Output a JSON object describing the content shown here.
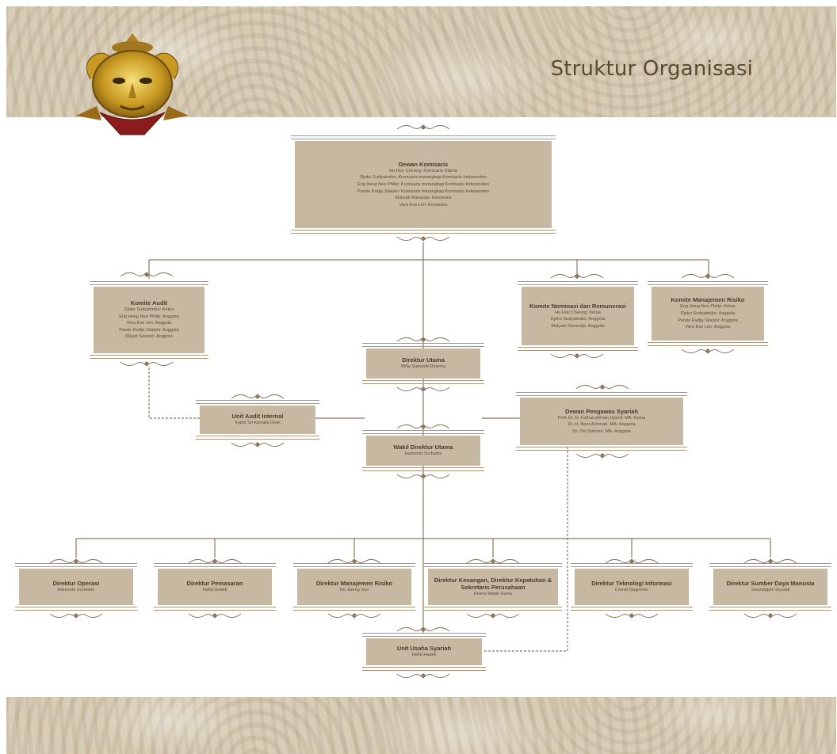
{
  "header": {
    "title": "Struktur Organisasi"
  },
  "dewan_komisaris": {
    "title": "Dewan Komisaris",
    "lines": [
      "Ho Hon Cheong: Komisaris Utama",
      "Djoko Sudyatmiko: Komisaris merangkap Komisaris Independen",
      "Eng Heng Nee Philip: Komisaris merangkap Komisaris Independen",
      "Pande Radja Silalahi: Komisaris merangkap Komisaris Independen",
      "Mulyadi Rahardja: Komisaris",
      "Vera Eve Lim: Komisaris"
    ]
  },
  "komite_audit": {
    "title": "Komite Audit",
    "lines": [
      "Djoko Sudyatmiko: Ketua",
      "Eng Heng Nee Philip: Anggota",
      "Vera Eve Lim: Anggota",
      "Pande Radja Silalahi: Anggota",
      "Dliyah Sasanti: Anggota"
    ]
  },
  "komite_nominasi": {
    "title": "Komite Nominasi dan Remunerasi",
    "lines": [
      "Ho Hon Cheong: Ketua",
      "Djoko Sudyatmiko: Anggota",
      "Mulyadi Rahardja: Anggota"
    ]
  },
  "komite_risiko": {
    "title": "Komite Manajemen Risiko",
    "lines": [
      "Eng Heng Nee Philip: Ketua",
      "Djoko Sudyatmiko: Anggota",
      "Pande Radja Silalahi: Anggota",
      "Vera Eve Lim: Anggota"
    ]
  },
  "direktur_utama": {
    "title": "Direktur Utama",
    "name": "Willy Suwandi Dharma"
  },
  "unit_audit_internal": {
    "title": "Unit Audit Internal",
    "name": "Ingrid Sri Komala Dewi"
  },
  "dewan_pengawas_syariah": {
    "title": "Dewan Pengawas Syariah",
    "lines": [
      "Prof. Dr. H. Fathurrahman Djamil, MA: Ketua",
      "Dr. H. Noor Achmad, MA: Anggota",
      "Dr. Oni Sahroni, MA: Anggota"
    ]
  },
  "wakil_direktur_utama": {
    "title": "Wakil Direktur Utama",
    "name": "Hamonto Sorbakto"
  },
  "direktur_operasi": {
    "title": "Direktur Operasi",
    "name": "Hamonto Sorbakto"
  },
  "direktur_pemasaran": {
    "title": "Direktur Pemasaran",
    "name": "Hafid Hadeli"
  },
  "direktur_risiko": {
    "title": "Direktur Manajemen Risiko",
    "name": "Ho Jiaeng Sun"
  },
  "direktur_keuangan": {
    "title": "Direktur Keuangan, Direktur Kepatuhan & Sekretaris Perusahaan",
    "name": "Elvera Wade Santa"
  },
  "direktur_ti": {
    "title": "Direktur Teknologi Informasi",
    "name": "Cornet Nugroimo"
  },
  "direktur_sdm": {
    "title": "Direktur Sumber Daya Manusia",
    "name": "Swandajani Gunadi"
  },
  "unit_usaha_syariah": {
    "title": "Unit Usaha Syariah",
    "name": "Hafid Hadeli"
  },
  "colors": {
    "box": "#c7b8a2",
    "line": "#8a7862",
    "banner": "#d8cdb7",
    "title": "#5a4a33"
  }
}
